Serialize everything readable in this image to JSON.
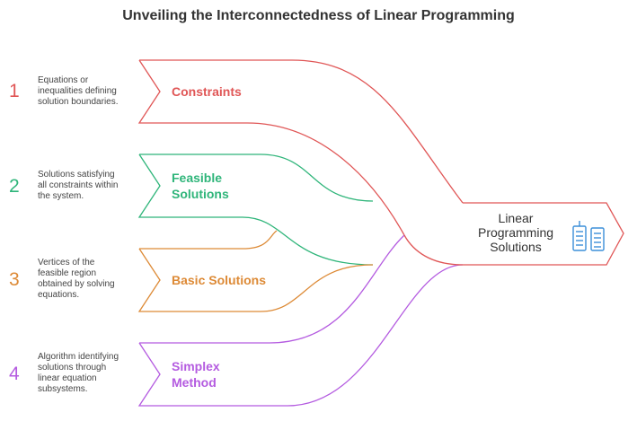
{
  "title": "Unveiling the Interconnectedness of Linear Programming",
  "items": [
    {
      "number": "1",
      "label_lines": [
        "Constraints"
      ],
      "description_lines": [
        "Equations or",
        "inequalities defining",
        "solution boundaries."
      ],
      "color": "#e05656"
    },
    {
      "number": "2",
      "label_lines": [
        "Feasible",
        "Solutions"
      ],
      "description_lines": [
        "Solutions satisfying",
        "all constraints within",
        "the system."
      ],
      "color": "#2fb57a"
    },
    {
      "number": "3",
      "label_lines": [
        "Basic Solutions"
      ],
      "description_lines": [
        "Vertices of the",
        "feasible region",
        "obtained by solving",
        "equations."
      ],
      "color": "#dd8a36"
    },
    {
      "number": "4",
      "label_lines": [
        "Simplex",
        "Method"
      ],
      "description_lines": [
        "Algorithm identifying",
        "solutions through",
        "linear equation",
        "subsystems."
      ],
      "color": "#b45be0"
    }
  ],
  "result": {
    "label_lines": [
      "Linear",
      "Programming",
      "Solutions"
    ],
    "icon": "computer-servers-icon",
    "color": "#e05656",
    "icon_color": "#3b8fd9"
  }
}
